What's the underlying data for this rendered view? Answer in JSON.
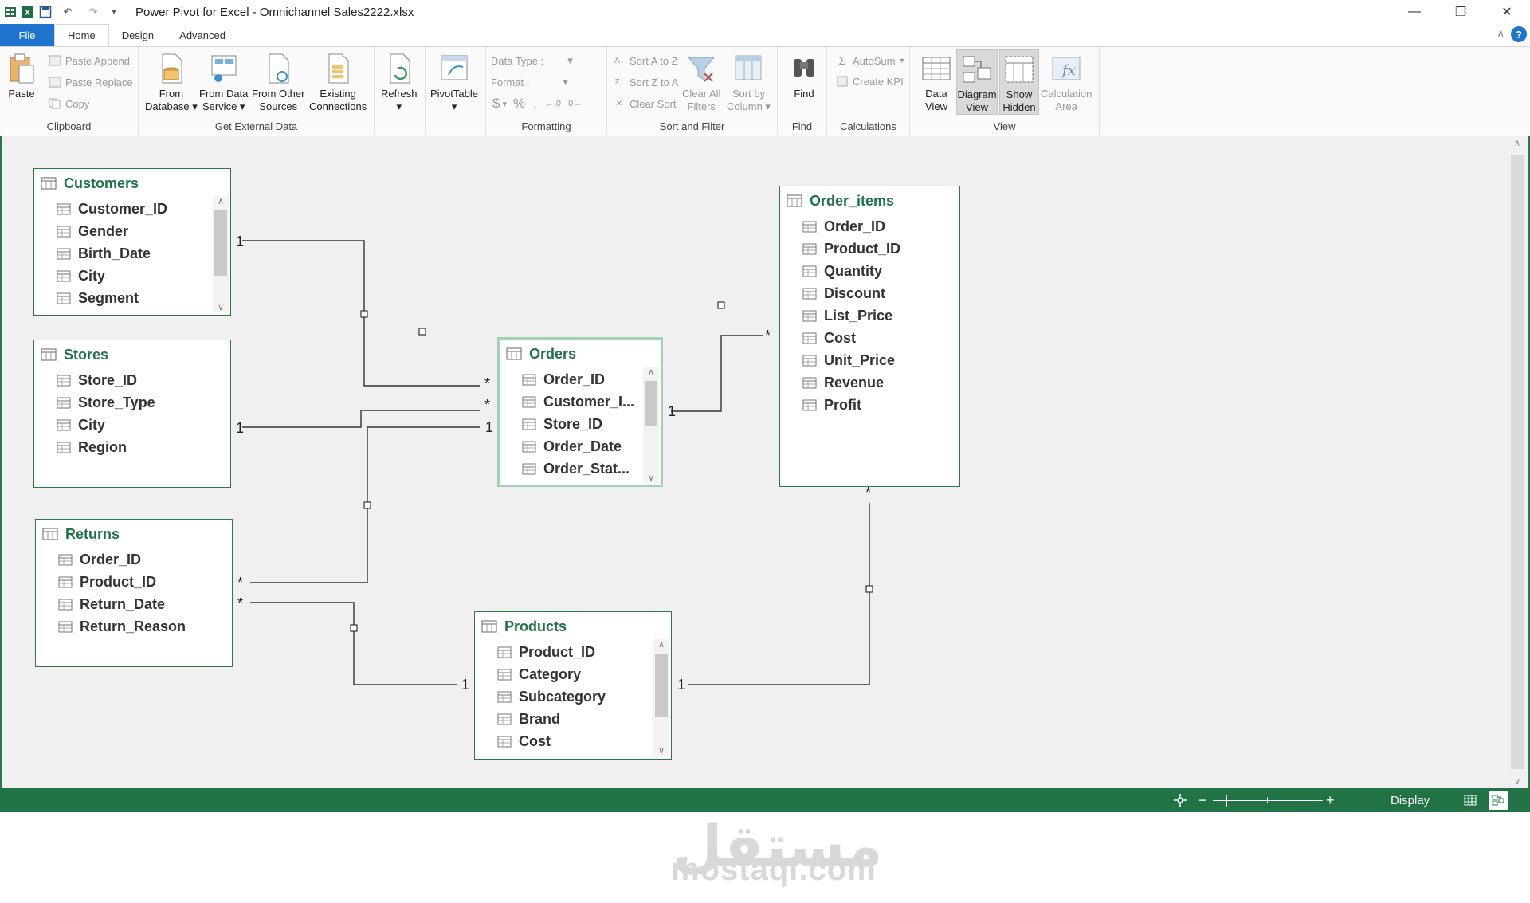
{
  "window": {
    "title": "Power Pivot for Excel - Omnichannel Sales2222.xlsx"
  },
  "tabs": [
    {
      "label": "File"
    },
    {
      "label": "Home"
    },
    {
      "label": "Design"
    },
    {
      "label": "Advanced"
    }
  ],
  "ribbon": {
    "clipboard": {
      "label": "Clipboard",
      "paste": "Paste",
      "paste_append": "Paste Append",
      "paste_replace": "Paste Replace",
      "copy": "Copy"
    },
    "external": {
      "label": "Get External Data",
      "from_database": [
        "From",
        "Database"
      ],
      "from_data_service": [
        "From Data",
        "Service"
      ],
      "from_other_sources": [
        "From Other",
        "Sources"
      ],
      "existing_connections": [
        "Existing",
        "Connections"
      ]
    },
    "refresh": "Refresh",
    "pivottable": "PivotTable",
    "formatting": {
      "label": "Formatting",
      "data_type": "Data Type :",
      "format": "Format :"
    },
    "sort_filter": {
      "label": "Sort and Filter",
      "sort_a_z": "Sort A to Z",
      "sort_z_a": "Sort Z to A",
      "clear_sort": "Clear Sort",
      "clear_all_filters": [
        "Clear All",
        "Filters"
      ],
      "sort_by_column": [
        "Sort by",
        "Column"
      ]
    },
    "find": {
      "label": "Find",
      "find": "Find"
    },
    "calculations": {
      "label": "Calculations",
      "autosum": "AutoSum",
      "create_kpi": "Create KPI"
    },
    "view": {
      "label": "View",
      "data_view": [
        "Data",
        "View"
      ],
      "diagram_view": [
        "Diagram",
        "View"
      ],
      "show_hidden": [
        "Show",
        "Hidden"
      ],
      "calculation_area": [
        "Calculation",
        "Area"
      ]
    }
  },
  "tables": {
    "customers": {
      "name": "Customers",
      "columns": [
        "Customer_ID",
        "Gender",
        "Birth_Date",
        "City",
        "Segment"
      ]
    },
    "stores": {
      "name": "Stores",
      "columns": [
        "Store_ID",
        "Store_Type",
        "City",
        "Region"
      ]
    },
    "returns": {
      "name": "Returns",
      "columns": [
        "Order_ID",
        "Product_ID",
        "Return_Date",
        "Return_Reason"
      ]
    },
    "orders": {
      "name": "Orders",
      "columns": [
        "Order_ID",
        "Customer_I...",
        "Store_ID",
        "Order_Date",
        "Order_Stat..."
      ]
    },
    "products": {
      "name": "Products",
      "columns": [
        "Product_ID",
        "Category",
        "Subcategory",
        "Brand",
        "Cost"
      ]
    },
    "order_items": {
      "name": "Order_items",
      "columns": [
        "Order_ID",
        "Product_ID",
        "Quantity",
        "Discount",
        "List_Price",
        "Cost",
        "Unit_Price",
        "Revenue",
        "Profit"
      ]
    }
  },
  "relationships": [
    {
      "from": "Customers",
      "to": "Orders",
      "from_card": "1",
      "to_card": "*"
    },
    {
      "from": "Stores",
      "to": "Orders",
      "from_card": "1",
      "to_card": "*"
    },
    {
      "from": "Orders",
      "to": "Returns",
      "from_card": "1",
      "to_card": "*"
    },
    {
      "from": "Orders",
      "to": "Order_items",
      "from_card": "1",
      "to_card": "*"
    },
    {
      "from": "Products",
      "to": "Returns",
      "from_card": "1",
      "to_card": "*"
    },
    {
      "from": "Products",
      "to": "Order_items",
      "from_card": "1",
      "to_card": "*"
    }
  ],
  "status": {
    "display": "Display"
  },
  "watermark": {
    "arabic": "مستقل",
    "latin": "mostaql.com"
  },
  "colors": {
    "table_header": "#21734a",
    "status_bar": "#217346",
    "file_tab": "#1e73cf"
  }
}
